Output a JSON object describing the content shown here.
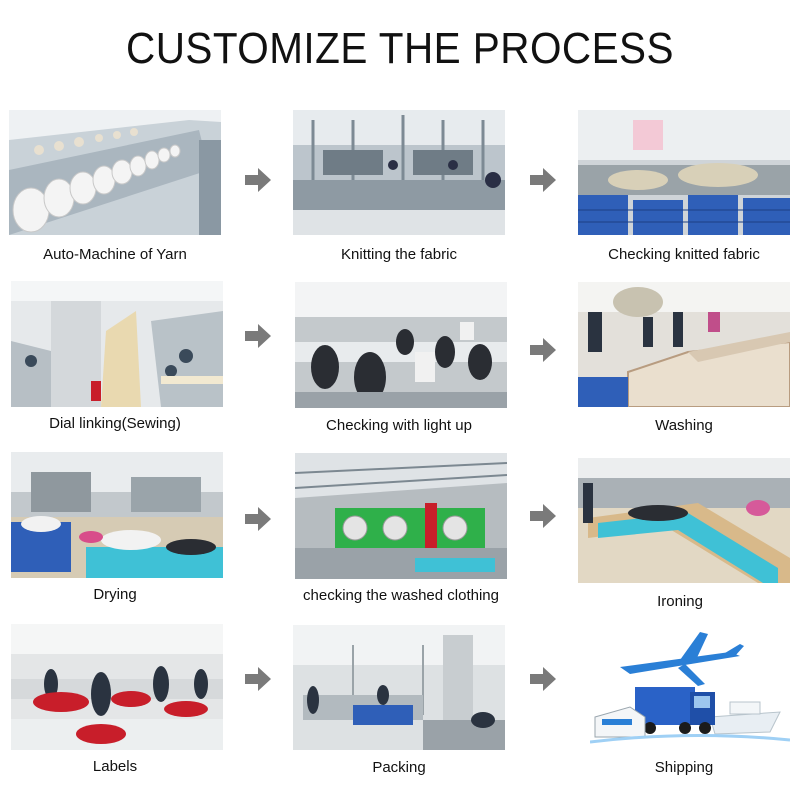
{
  "title": "CUSTOMIZE THE PROCESS",
  "steps": [
    {
      "label": "Auto-Machine of Yarn"
    },
    {
      "label": "Knitting the fabric"
    },
    {
      "label": "Checking  knitted fabric"
    },
    {
      "label": "Dial linking(Sewing)"
    },
    {
      "label": "Checking with light up"
    },
    {
      "label": "Washing"
    },
    {
      "label": "Drying"
    },
    {
      "label": "checking the washed clothing"
    },
    {
      "label": "Ironing"
    },
    {
      "label": "Labels"
    },
    {
      "label": "Packing"
    },
    {
      "label": "Shipping"
    }
  ],
  "colors": {
    "arrow": "#7a7a7a",
    "cyan_bin": "#3fc1d6",
    "blue_crate": "#2f5fb8",
    "red_garment": "#c81e2a",
    "green_machine": "#2fb04a"
  }
}
